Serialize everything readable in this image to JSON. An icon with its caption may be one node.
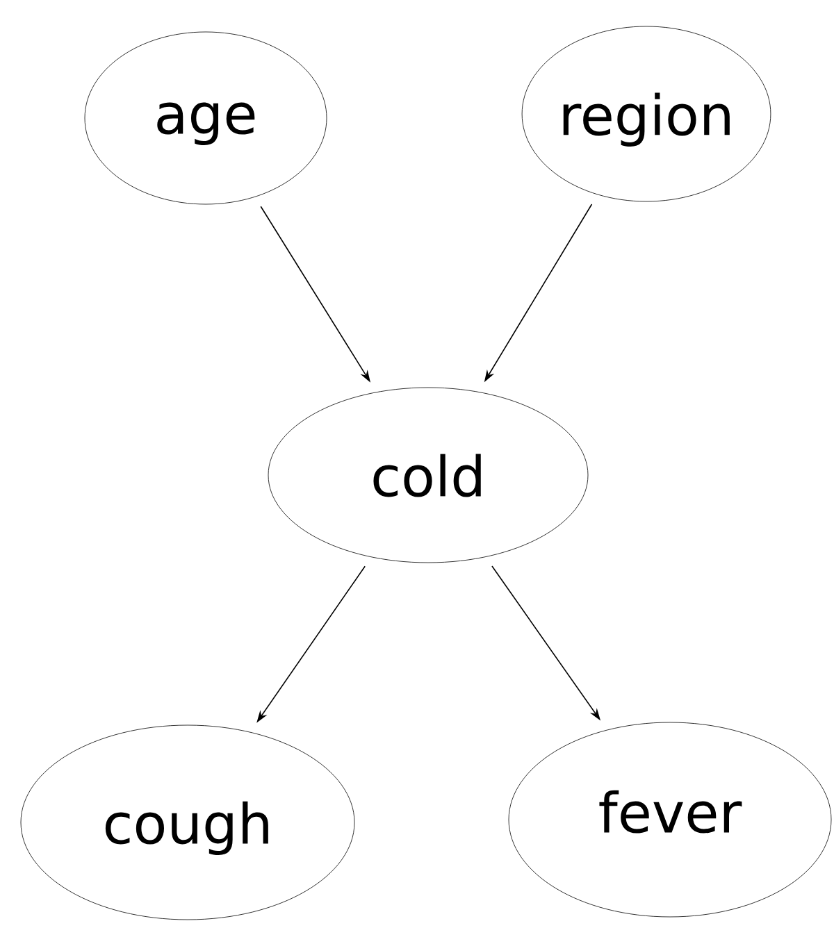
{
  "diagram": {
    "nodes": [
      {
        "text": [
          "age"
        ]
      },
      {
        "text": [
          "region"
        ]
      },
      {
        "text": [
          "cold"
        ]
      },
      {
        "text": [
          "cough"
        ]
      },
      {
        "text": [
          "fever"
        ]
      }
    ],
    "edges": [
      {
        "from": 0,
        "to": 2,
        "arrow": "to"
      },
      {
        "from": 1,
        "to": 2,
        "arrow": "to"
      },
      {
        "from": 2,
        "to": 3,
        "arrow": "to"
      },
      {
        "from": 2,
        "to": 4,
        "arrow": "to"
      }
    ]
  }
}
